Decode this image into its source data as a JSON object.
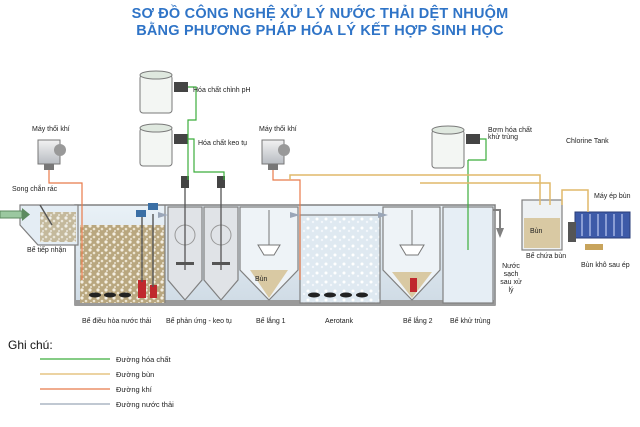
{
  "title": {
    "line1": "SƠ ĐỒ CÔNG NGHỆ XỬ LÝ NƯỚC THẢI DỆT NHUỘM",
    "line2": "BẰNG PHƯƠNG PHÁP HÓA LÝ KẾT HỢP SINH HỌC"
  },
  "equipment": {
    "blower_1": "Máy thổi khí",
    "blower_2": "Máy thổi khí",
    "ph_chem": "Hóa chất chỉnh pH",
    "coag_chem": "Hóa chất keo tụ",
    "dosing_pump": "Bơm hóa chất khử trùng",
    "chlorine_tank": "Chlorine Tank",
    "screen": "Song chắn rác",
    "sludge_press": "Máy ép bùn",
    "sludge_cake": "Bùn khô sau ép",
    "sludge_1": "Bùn",
    "sludge_2": "Bùn",
    "clean_water": "Nước sạch sau xử lý"
  },
  "tanks": {
    "receiving": "Bể tiếp nhận",
    "equalization": "Bể điều hòa nước thải",
    "reaction": "Bể phản ứng - keo tụ",
    "settling_1": "Bể lắng 1",
    "aerotank": "Aerotank",
    "settling_2": "Bể lắng 2",
    "disinfection": "Bể khử trùng",
    "sludge_holding": "Bể chứa bùn"
  },
  "legend": {
    "heading": "Ghi chú:",
    "items": [
      {
        "label": "Đường hóa chất",
        "color": "#3cae3c"
      },
      {
        "label": "Đường bùn",
        "color": "#e0b96a"
      },
      {
        "label": "Đường khí",
        "color": "#e87a4a"
      },
      {
        "label": "Đường nước thải",
        "color": "#9aa6b8"
      }
    ]
  },
  "colors": {
    "title": "#2f74c7",
    "tank_wall": "#7a7a7a",
    "water": "#e6f0f8",
    "sludge_fill": "#d9c9a3"
  }
}
